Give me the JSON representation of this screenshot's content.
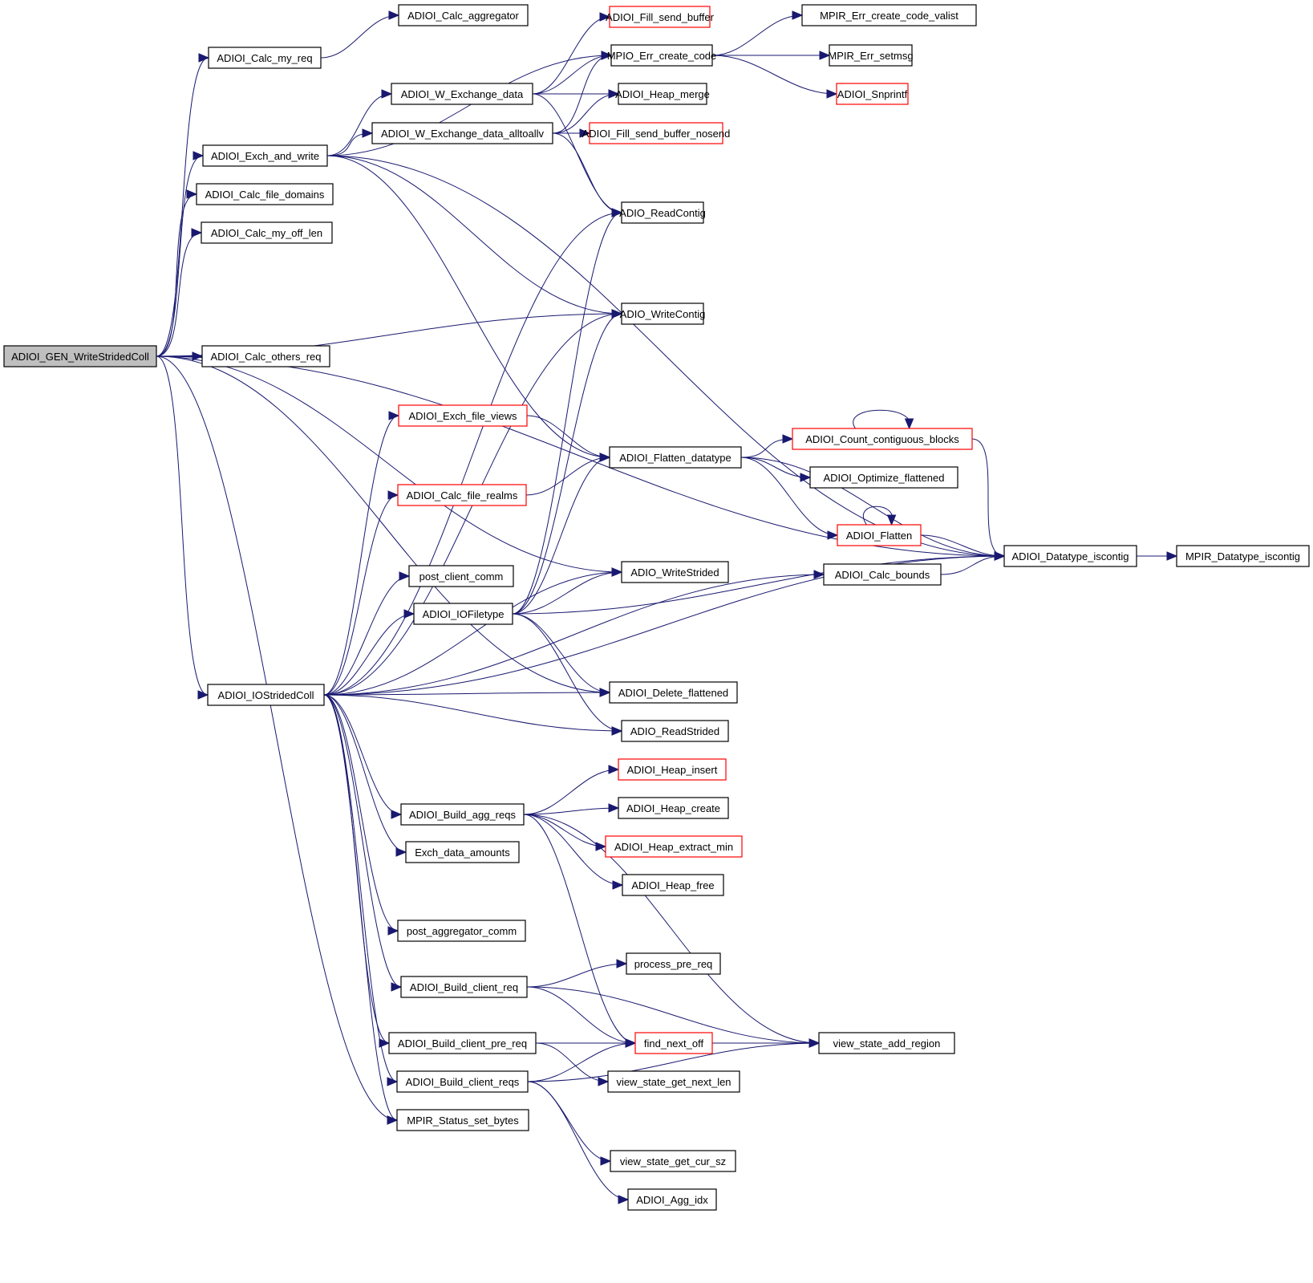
{
  "title": "ADIOI_GEN_WriteStridedColl call graph",
  "colors": {
    "edge": "#191970",
    "root_fill": "#bfbfbf",
    "normal_border": "#000000",
    "truncated_border": "#ff0000"
  },
  "nodes": [
    {
      "id": "root",
      "label": "ADIOI_GEN_WriteStridedColl",
      "style": "root"
    },
    {
      "id": "calc_others_req",
      "label": "ADIOI_Calc_others_req",
      "style": "normal"
    },
    {
      "id": "calc_my_req",
      "label": "ADIOI_Calc_my_req",
      "style": "normal"
    },
    {
      "id": "calc_aggregator",
      "label": "ADIOI_Calc_aggregator",
      "style": "normal"
    },
    {
      "id": "exch_and_write",
      "label": "ADIOI_Exch_and_write",
      "style": "normal"
    },
    {
      "id": "calc_file_domains",
      "label": "ADIOI_Calc_file_domains",
      "style": "normal"
    },
    {
      "id": "calc_my_off_len",
      "label": "ADIOI_Calc_my_off_len",
      "style": "normal"
    },
    {
      "id": "w_exchange_data",
      "label": "ADIOI_W_Exchange_data",
      "style": "normal"
    },
    {
      "id": "w_exchange_alltoallv",
      "label": "ADIOI_W_Exchange_data_alltoallv",
      "style": "normal"
    },
    {
      "id": "fill_send_buffer",
      "label": "ADIOI_Fill_send_buffer",
      "style": "truncated"
    },
    {
      "id": "mpio_err_create_code",
      "label": "MPIO_Err_create_code",
      "style": "normal"
    },
    {
      "id": "heap_merge",
      "label": "ADIOI_Heap_merge",
      "style": "normal"
    },
    {
      "id": "fill_send_buffer_nosend",
      "label": "ADIOI_Fill_send_buffer_nosend",
      "style": "truncated"
    },
    {
      "id": "mpir_err_valist",
      "label": "MPIR_Err_create_code_valist",
      "style": "normal"
    },
    {
      "id": "mpir_err_setmsg",
      "label": "MPIR_Err_setmsg",
      "style": "normal"
    },
    {
      "id": "snprintf",
      "label": "ADIOI_Snprintf",
      "style": "truncated"
    },
    {
      "id": "read_contig",
      "label": "ADIO_ReadContig",
      "style": "normal"
    },
    {
      "id": "write_contig",
      "label": "ADIO_WriteContig",
      "style": "normal"
    },
    {
      "id": "exch_file_views",
      "label": "ADIOI_Exch_file_views",
      "style": "truncated"
    },
    {
      "id": "calc_file_realms",
      "label": "ADIOI_Calc_file_realms",
      "style": "truncated"
    },
    {
      "id": "flatten_datatype",
      "label": "ADIOI_Flatten_datatype",
      "style": "normal"
    },
    {
      "id": "count_contig_blocks",
      "label": "ADIOI_Count_contiguous_blocks",
      "style": "truncated"
    },
    {
      "id": "optimize_flattened",
      "label": "ADIOI_Optimize_flattened",
      "style": "normal"
    },
    {
      "id": "flatten",
      "label": "ADIOI_Flatten",
      "style": "truncated"
    },
    {
      "id": "datatype_iscontig",
      "label": "ADIOI_Datatype_iscontig",
      "style": "normal"
    },
    {
      "id": "mpir_datatype_iscontig",
      "label": "MPIR_Datatype_iscontig",
      "style": "normal"
    },
    {
      "id": "calc_bounds",
      "label": "ADIOI_Calc_bounds",
      "style": "normal"
    },
    {
      "id": "post_client_comm",
      "label": "post_client_comm",
      "style": "normal"
    },
    {
      "id": "write_strided",
      "label": "ADIO_WriteStrided",
      "style": "normal"
    },
    {
      "id": "io_filetype",
      "label": "ADIOI_IOFiletype",
      "style": "normal"
    },
    {
      "id": "io_strided_coll",
      "label": "ADIOI_IOStridedColl",
      "style": "normal"
    },
    {
      "id": "delete_flattened",
      "label": "ADIOI_Delete_flattened",
      "style": "normal"
    },
    {
      "id": "read_strided",
      "label": "ADIO_ReadStrided",
      "style": "normal"
    },
    {
      "id": "heap_insert",
      "label": "ADIOI_Heap_insert",
      "style": "truncated"
    },
    {
      "id": "build_agg_reqs",
      "label": "ADIOI_Build_agg_reqs",
      "style": "normal"
    },
    {
      "id": "heap_create",
      "label": "ADIOI_Heap_create",
      "style": "normal"
    },
    {
      "id": "exch_data_amounts",
      "label": "Exch_data_amounts",
      "style": "normal"
    },
    {
      "id": "heap_extract_min",
      "label": "ADIOI_Heap_extract_min",
      "style": "truncated"
    },
    {
      "id": "heap_free",
      "label": "ADIOI_Heap_free",
      "style": "normal"
    },
    {
      "id": "post_aggregator_comm",
      "label": "post_aggregator_comm",
      "style": "normal"
    },
    {
      "id": "process_pre_req",
      "label": "process_pre_req",
      "style": "normal"
    },
    {
      "id": "build_client_req",
      "label": "ADIOI_Build_client_req",
      "style": "normal"
    },
    {
      "id": "find_next_off",
      "label": "find_next_off",
      "style": "truncated"
    },
    {
      "id": "view_state_add_region",
      "label": "view_state_add_region",
      "style": "normal"
    },
    {
      "id": "build_client_pre_req",
      "label": "ADIOI_Build_client_pre_req",
      "style": "normal"
    },
    {
      "id": "build_client_reqs",
      "label": "ADIOI_Build_client_reqs",
      "style": "normal"
    },
    {
      "id": "view_state_get_next_len",
      "label": "view_state_get_next_len",
      "style": "normal"
    },
    {
      "id": "mpir_status_set_bytes",
      "label": "MPIR_Status_set_bytes",
      "style": "normal"
    },
    {
      "id": "view_state_get_cur_sz",
      "label": "view_state_get_cur_sz",
      "style": "normal"
    },
    {
      "id": "agg_idx",
      "label": "ADIOI_Agg_idx",
      "style": "normal"
    }
  ],
  "edges": [
    [
      "root",
      "calc_others_req"
    ],
    [
      "root",
      "calc_my_req"
    ],
    [
      "root",
      "exch_and_write"
    ],
    [
      "root",
      "calc_file_domains"
    ],
    [
      "root",
      "calc_my_off_len"
    ],
    [
      "root",
      "write_contig"
    ],
    [
      "root",
      "write_strided"
    ],
    [
      "root",
      "io_strided_coll"
    ],
    [
      "root",
      "delete_flattened"
    ],
    [
      "root",
      "mpir_status_set_bytes"
    ],
    [
      "root",
      "datatype_iscontig"
    ],
    [
      "calc_my_req",
      "calc_aggregator"
    ],
    [
      "exch_and_write",
      "mpio_err_create_code"
    ],
    [
      "exch_and_write",
      "w_exchange_data"
    ],
    [
      "exch_and_write",
      "w_exchange_alltoallv"
    ],
    [
      "exch_and_write",
      "datatype_iscontig"
    ],
    [
      "exch_and_write",
      "write_contig"
    ],
    [
      "exch_and_write",
      "flatten_datatype"
    ],
    [
      "w_exchange_data",
      "fill_send_buffer"
    ],
    [
      "w_exchange_data",
      "mpio_err_create_code"
    ],
    [
      "w_exchange_data",
      "heap_merge"
    ],
    [
      "w_exchange_data",
      "read_contig"
    ],
    [
      "w_exchange_alltoallv",
      "mpio_err_create_code"
    ],
    [
      "w_exchange_alltoallv",
      "heap_merge"
    ],
    [
      "w_exchange_alltoallv",
      "fill_send_buffer_nosend"
    ],
    [
      "w_exchange_alltoallv",
      "read_contig"
    ],
    [
      "mpio_err_create_code",
      "mpir_err_valist"
    ],
    [
      "mpio_err_create_code",
      "mpir_err_setmsg"
    ],
    [
      "mpio_err_create_code",
      "snprintf"
    ],
    [
      "exch_file_views",
      "flatten_datatype"
    ],
    [
      "calc_file_realms",
      "flatten_datatype"
    ],
    [
      "flatten_datatype",
      "count_contig_blocks"
    ],
    [
      "flatten_datatype",
      "optimize_flattened"
    ],
    [
      "flatten_datatype",
      "flatten"
    ],
    [
      "flatten_datatype",
      "datatype_iscontig"
    ],
    [
      "count_contig_blocks",
      "count_contig_blocks"
    ],
    [
      "count_contig_blocks",
      "datatype_iscontig"
    ],
    [
      "flatten",
      "flatten"
    ],
    [
      "flatten",
      "datatype_iscontig"
    ],
    [
      "calc_bounds",
      "datatype_iscontig"
    ],
    [
      "datatype_iscontig",
      "mpir_datatype_iscontig"
    ],
    [
      "io_strided_coll",
      "read_contig"
    ],
    [
      "io_strided_coll",
      "write_contig"
    ],
    [
      "io_strided_coll",
      "exch_file_views"
    ],
    [
      "io_strided_coll",
      "calc_file_realms"
    ],
    [
      "io_strided_coll",
      "calc_bounds"
    ],
    [
      "io_strided_coll",
      "post_client_comm"
    ],
    [
      "io_strided_coll",
      "io_filetype"
    ],
    [
      "io_strided_coll",
      "write_strided"
    ],
    [
      "io_strided_coll",
      "datatype_iscontig"
    ],
    [
      "io_strided_coll",
      "delete_flattened"
    ],
    [
      "io_strided_coll",
      "build_agg_reqs"
    ],
    [
      "io_strided_coll",
      "exch_data_amounts"
    ],
    [
      "io_strided_coll",
      "read_strided"
    ],
    [
      "io_strided_coll",
      "post_aggregator_comm"
    ],
    [
      "io_strided_coll",
      "build_client_req"
    ],
    [
      "io_strided_coll",
      "build_client_pre_req"
    ],
    [
      "io_strided_coll",
      "build_client_reqs"
    ],
    [
      "io_strided_coll",
      "mpir_status_set_bytes"
    ],
    [
      "io_filetype",
      "read_contig"
    ],
    [
      "io_filetype",
      "write_contig"
    ],
    [
      "io_filetype",
      "flatten_datatype"
    ],
    [
      "io_filetype",
      "write_strided"
    ],
    [
      "io_filetype",
      "datatype_iscontig"
    ],
    [
      "io_filetype",
      "delete_flattened"
    ],
    [
      "io_filetype",
      "read_strided"
    ],
    [
      "build_agg_reqs",
      "heap_insert"
    ],
    [
      "build_agg_reqs",
      "heap_create"
    ],
    [
      "build_agg_reqs",
      "heap_extract_min"
    ],
    [
      "build_agg_reqs",
      "heap_free"
    ],
    [
      "build_agg_reqs",
      "find_next_off"
    ],
    [
      "build_agg_reqs",
      "view_state_add_region"
    ],
    [
      "build_client_req",
      "process_pre_req"
    ],
    [
      "build_client_req",
      "find_next_off"
    ],
    [
      "build_client_req",
      "view_state_add_region"
    ],
    [
      "build_client_pre_req",
      "find_next_off"
    ],
    [
      "build_client_pre_req",
      "view_state_get_next_len"
    ],
    [
      "build_client_pre_req",
      "view_state_add_region"
    ],
    [
      "build_client_reqs",
      "find_next_off"
    ],
    [
      "build_client_reqs",
      "view_state_get_cur_sz"
    ],
    [
      "build_client_reqs",
      "agg_idx"
    ],
    [
      "build_client_reqs",
      "view_state_add_region"
    ],
    [
      "find_next_off",
      "view_state_add_region"
    ]
  ]
}
